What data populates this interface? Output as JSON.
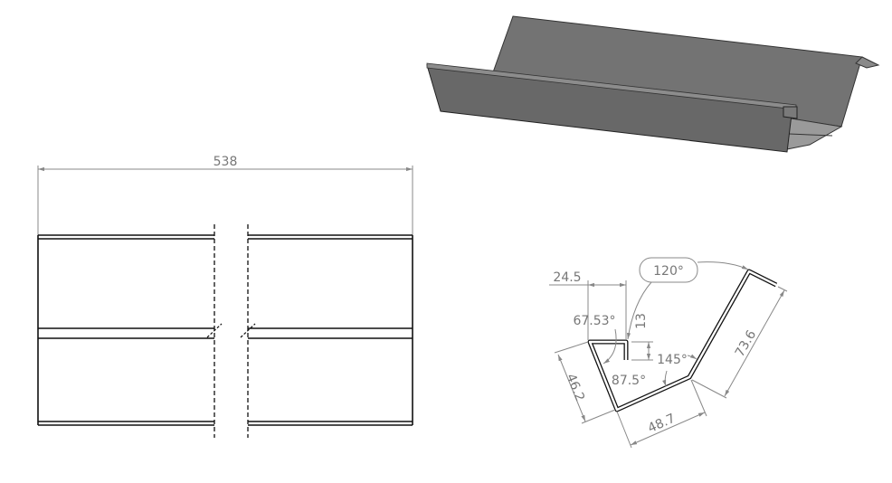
{
  "views": {
    "top_view": {
      "length_dimension": "538"
    },
    "section_view": {
      "dimensions": {
        "flange_width": "24.5",
        "return_lip": "13",
        "lip_angle": "67.53°",
        "upper_angle": "120°",
        "side_wall": "46.2",
        "base_angle_left": "87.5°",
        "base_angle_right": "145°",
        "base": "48.7",
        "right_wall": "73.6"
      }
    },
    "iso_view": {
      "shade_color": "#6e6e6e"
    }
  }
}
